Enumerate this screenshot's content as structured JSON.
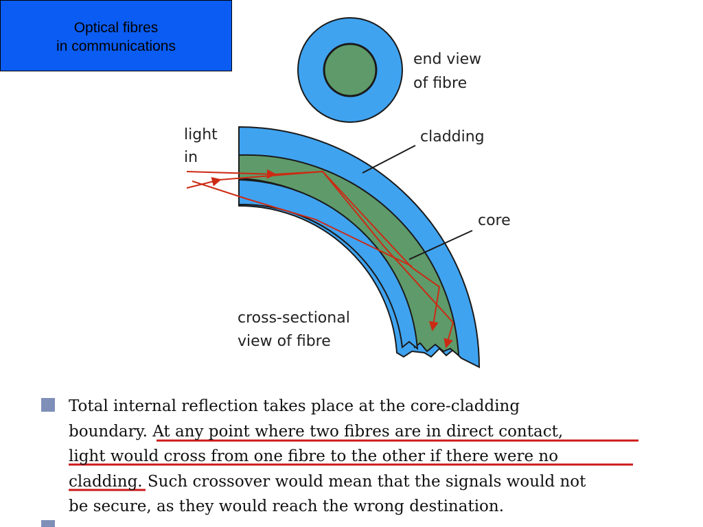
{
  "title": {
    "line1": "Optical fibres",
    "line2": "in communications"
  },
  "diagram": {
    "labels": {
      "end_view_1": "end view",
      "end_view_2": "of fibre",
      "light_in_1": "light",
      "light_in_2": "in",
      "cladding": "cladding",
      "core": "core",
      "cross_1": "cross-sectional",
      "cross_2": "view of fibre"
    },
    "colors": {
      "cladding": "#3fa3f0",
      "core": "#5f9a6a",
      "outline": "#1a1a1a",
      "ray": "#cc2a14",
      "underline": "#cc1818",
      "bullet": "#7f8fb8"
    }
  },
  "paragraph": {
    "lines": [
      "Total internal reflection takes place at the core-cladding",
      "boundary. At any point where two fibres are in direct contact,",
      "light would cross from one fibre to the other if there were no",
      "cladding. Such crossover would mean that the signals would not",
      "be secure, as they would reach the wrong destination."
    ]
  }
}
